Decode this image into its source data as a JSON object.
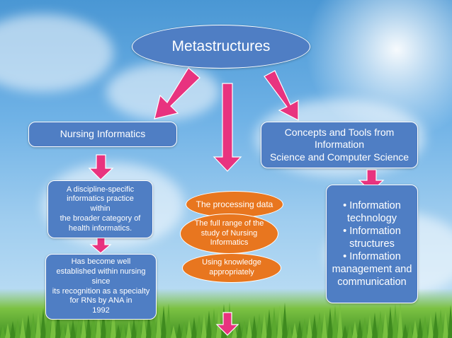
{
  "title": "Metastructures",
  "left_header": "Nursing Informatics",
  "right_header": "Concepts and Tools from\nInformation\nScience and Computer Science",
  "left_box_1": "A discipline-specific\ninformatics practice\nwithin\nthe broader category of\nhealth informatics.",
  "left_box_2": "Has become well\nestablished within nursing\nsince\nits recognition as a specialty\nfor RNs by ANA in\n1992",
  "center_ovals": [
    "The processing data",
    "The full range of the\nstudy of Nursing\nInformatics",
    "Using knowledge\nappropriately"
  ],
  "right_box": "• Information\ntechnology\n• Information\nstructures\n• Information\nmanagement and\ncommunication",
  "colors": {
    "box_blue": "#4f7ec4",
    "oval_orange": "#e8761f",
    "arrow_pink": "#e8337f"
  }
}
